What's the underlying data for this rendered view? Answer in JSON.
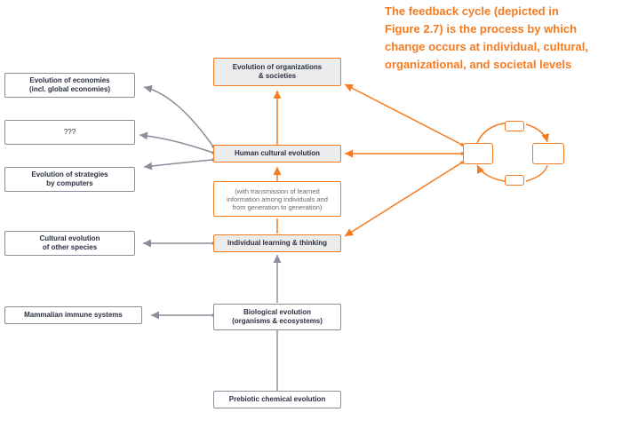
{
  "caption": "The feedback cycle (depicted in\nFigure 2.7) is the process by which\nchange occurs at individual, cultural,\norganizational, and societal levels",
  "nodes": {
    "evolution_orgs": "Evolution of organizations\n& societies",
    "human_cultural": "Human cultural evolution",
    "transmission": "(with transmission of learned\ninformation among individuals and\nfrom generation to generation)",
    "individual_learning": "Individual learning & thinking",
    "biological": "Biological evolution\n(organisms & ecosystems)",
    "prebiotic": "Prebiotic chemical evolution",
    "economies": "Evolution of economies\n(incl. global economies)",
    "unknown": "???",
    "strategies": "Evolution of strategies\nby computers",
    "cultural_other": "Cultural evolution\nof other species",
    "immune": "Mammalian immune systems"
  },
  "colors": {
    "accent": "#f47b20",
    "gray": "#8a8d9a",
    "fill": "#ececec"
  }
}
